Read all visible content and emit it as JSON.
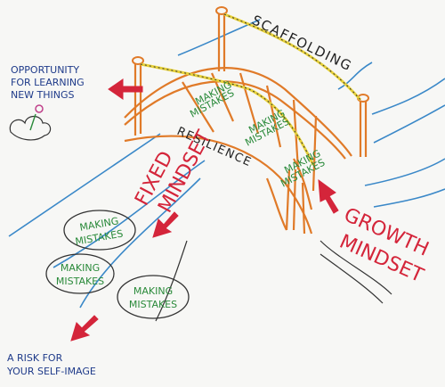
{
  "labels": {
    "scaffolding": "SCAFFOLDING",
    "resilience": "RESILIENCE",
    "opportunity": [
      "OPPORTUNITY",
      "FOR LEARNING",
      "NEW THINGS"
    ],
    "fixed_mindset": [
      "FIXED",
      "MINDSET"
    ],
    "growth_mindset": [
      "GROWTH",
      "MINDSET"
    ],
    "risk": [
      "A RISK FOR",
      "YOUR SELF-IMAGE"
    ],
    "making_mistakes": [
      "MAKING",
      "MISTAKES"
    ]
  },
  "colors": {
    "bridge": "#e07a28",
    "rope": "#e8d23a",
    "river": "#3a88c8",
    "red": "#d4253a",
    "green": "#2a8a3a",
    "ink": "#1f3b8a",
    "black": "#222222"
  }
}
